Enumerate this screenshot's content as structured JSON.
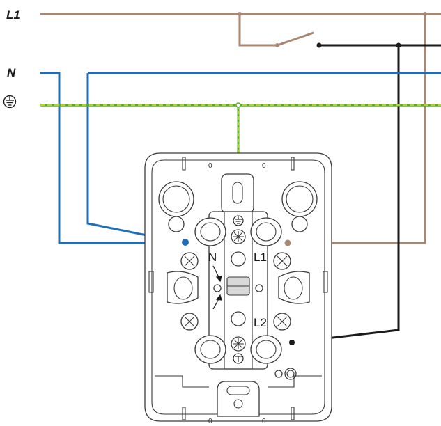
{
  "wires": {
    "line_label": "L1",
    "neutral_label": "N",
    "ground_symbol": "ground-icon"
  },
  "socket": {
    "terminal_n": "N",
    "terminal_l1": "L1",
    "terminal_l2": "L2",
    "marks_top": [
      "0",
      "0"
    ],
    "marks_bottom": [
      "0",
      "0"
    ]
  },
  "colors": {
    "line": "#a98770",
    "neutral": "#1f6fb8",
    "ground_yellow": "#d8e020",
    "ground_green": "#5aa832",
    "switched": "#1a1a1a"
  }
}
